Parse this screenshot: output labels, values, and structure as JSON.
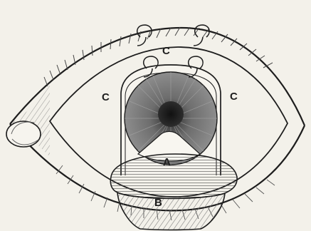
{
  "labels": {
    "a": "A",
    "b": "B",
    "c_top": "C",
    "c_left": "C",
    "c_right": "C"
  },
  "colors": {
    "background": "#f3f1ea",
    "ink": "#1d1d1d",
    "iris": "#7f7f7f",
    "pupil": "#171717",
    "region_b_upper": "#7a7a7a",
    "region_b_lower": "#d4d4d4"
  }
}
